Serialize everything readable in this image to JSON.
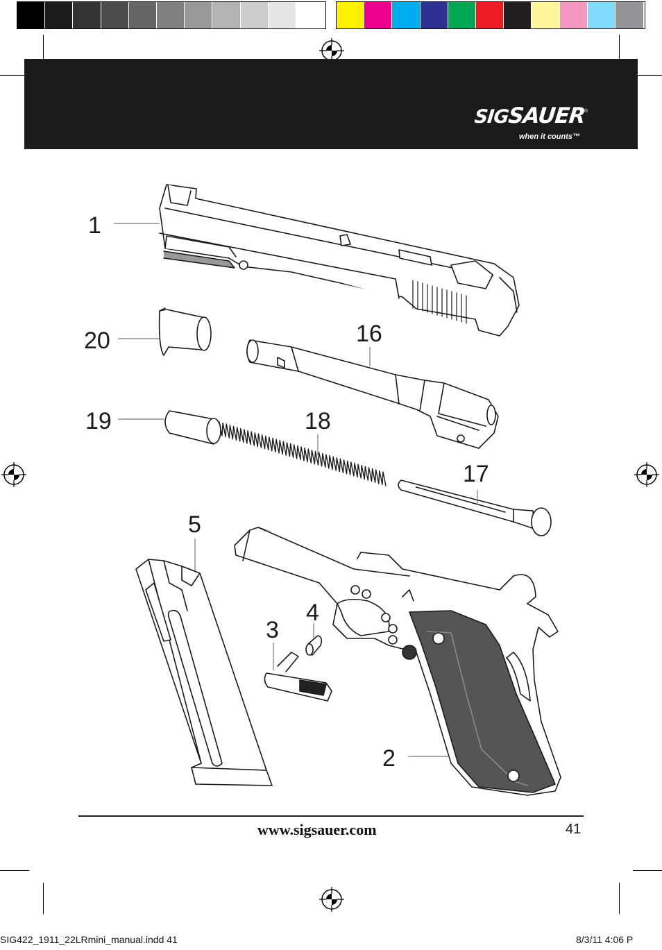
{
  "colorbar": {
    "gray_swatches": [
      "#000000",
      "#1c1c1c",
      "#333333",
      "#4c4c4c",
      "#666666",
      "#808080",
      "#999999",
      "#b3b3b3",
      "#cccccc",
      "#e6e6e6",
      "#ffffff"
    ],
    "color_swatches": [
      "#fff200",
      "#ec008c",
      "#00aeef",
      "#2e3192",
      "#00a651",
      "#ed1c24",
      "#231f20",
      "#fff799",
      "#f49ac1",
      "#7fdbf7",
      "#939598"
    ]
  },
  "header": {
    "background": "#1b1b1b",
    "logo_sig": "SIG",
    "logo_sauer": "SAUER",
    "logo_reg": "®",
    "tagline": "when it counts™"
  },
  "diagram": {
    "callouts": {
      "c1": "1",
      "c20": "20",
      "c16": "16",
      "c19": "19",
      "c18": "18",
      "c17": "17",
      "c5": "5",
      "c4": "4",
      "c3": "3",
      "c2": "2"
    }
  },
  "footer": {
    "url": "www.sigsauer.com",
    "page_number": "41",
    "slug_left": "SIG422_1911_22LRmini_manual.indd   41",
    "slug_right": "8/3/11   4:06 P"
  }
}
